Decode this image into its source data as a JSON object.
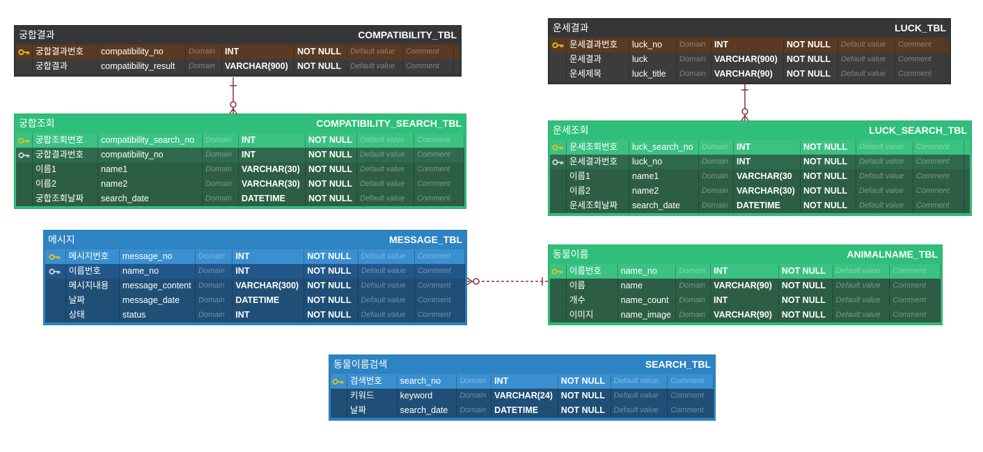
{
  "colors": {
    "gray_header": "#363636",
    "gray_pk_row": "#5a3a22",
    "green_header": "#2fbf7a",
    "green_row": "#2d5e45",
    "blue_header": "#2e83c2",
    "blue_row": "#1f4f76",
    "pk_key_icon": "#e6c21a",
    "fk_key_icon": "#d9d9d9",
    "relationship_line": "#8b2e3a"
  },
  "tables": [
    {
      "id": "compatibility_tbl",
      "theme": "gray",
      "logical_name": "궁합결과",
      "physical_name": "COMPATIBILITY_TBL",
      "columns": [
        {
          "key": "pk",
          "key_icon": "key-icon",
          "logical": "궁합결과번호",
          "physical": "compatibility_no",
          "domain": "Domain",
          "type": "INT",
          "null": "NOT NULL",
          "default": "Default value",
          "comment": "Comment"
        },
        {
          "key": "",
          "key_icon": "",
          "logical": "궁합결과",
          "physical": "compatibility_result",
          "domain": "Domain",
          "type": "VARCHAR(900)",
          "null": "NOT NULL",
          "default": "Default value",
          "comment": "Comment"
        }
      ]
    },
    {
      "id": "compatibility_search_tbl",
      "theme": "green",
      "logical_name": "궁합조회",
      "physical_name": "COMPATIBILITY_SEARCH_TBL",
      "columns": [
        {
          "key": "pk",
          "key_icon": "key-icon",
          "logical": "궁합조회번호",
          "physical": "compatibility_search_no",
          "domain": "Domain",
          "type": "INT",
          "null": "NOT NULL",
          "default": "Default value",
          "comment": "Comment"
        },
        {
          "key": "fk",
          "key_icon": "key-icon",
          "logical": "궁합결과번호",
          "physical": "compatibility_no",
          "domain": "Domain",
          "type": "INT",
          "null": "NOT NULL",
          "default": "Default value",
          "comment": "Comment"
        },
        {
          "key": "",
          "key_icon": "",
          "logical": "이름1",
          "physical": "name1",
          "domain": "Domain",
          "type": "VARCHAR(30)",
          "null": "NOT NULL",
          "default": "Default value",
          "comment": "Comment"
        },
        {
          "key": "",
          "key_icon": "",
          "logical": "이름2",
          "physical": "name2",
          "domain": "Domain",
          "type": "VARCHAR(30)",
          "null": "NOT NULL",
          "default": "Default value",
          "comment": "Comment"
        },
        {
          "key": "",
          "key_icon": "",
          "logical": "궁합조회날짜",
          "physical": "search_date",
          "domain": "Domain",
          "type": "DATETIME",
          "null": "NOT NULL",
          "default": "Default value",
          "comment": "Comment"
        }
      ]
    },
    {
      "id": "luck_tbl",
      "theme": "gray",
      "logical_name": "운세결과",
      "physical_name": "LUCK_TBL",
      "columns": [
        {
          "key": "pk",
          "key_icon": "key-icon",
          "logical": "운세결과번호",
          "physical": "luck_no",
          "domain": "Domain",
          "type": "INT",
          "null": "NOT NULL",
          "default": "Default value",
          "comment": "Comment"
        },
        {
          "key": "",
          "key_icon": "",
          "logical": "운세결과",
          "physical": "luck",
          "domain": "Domain",
          "type": "VARCHAR(900)",
          "null": "NOT NULL",
          "default": "Default value",
          "comment": "Comment"
        },
        {
          "key": "",
          "key_icon": "",
          "logical": "운세제목",
          "physical": "luck_title",
          "domain": "Domain",
          "type": "VARCHAR(90)",
          "null": "NOT NULL",
          "default": "Default value",
          "comment": "Comment"
        }
      ]
    },
    {
      "id": "luck_search_tbl",
      "theme": "green",
      "logical_name": "운세조회",
      "physical_name": "LUCK_SEARCH_TBL",
      "columns": [
        {
          "key": "pk",
          "key_icon": "key-icon",
          "logical": "운세조회번호",
          "physical": "luck_search_no",
          "domain": "Domain",
          "type": "INT",
          "null": "NOT NULL",
          "default": "Default value",
          "comment": "Comment"
        },
        {
          "key": "fk",
          "key_icon": "key-icon",
          "logical": "운세결과번호",
          "physical": "luck_no",
          "domain": "Domain",
          "type": "INT",
          "null": "NOT NULL",
          "default": "Default value",
          "comment": "Comment"
        },
        {
          "key": "",
          "key_icon": "",
          "logical": "이름1",
          "physical": "name1",
          "domain": "Domain",
          "type": "VARCHAR(30",
          "null": "NOT NULL",
          "default": "Default value",
          "comment": "Comment"
        },
        {
          "key": "",
          "key_icon": "",
          "logical": "이름2",
          "physical": "name2",
          "domain": "Domain",
          "type": "VARCHAR(30)",
          "null": "NOT NULL",
          "default": "Default value",
          "comment": "Comment"
        },
        {
          "key": "",
          "key_icon": "",
          "logical": "운세조회날짜",
          "physical": "search_date",
          "domain": "Domain",
          "type": "DATETIME",
          "null": "NOT NULL",
          "default": "Default value",
          "comment": "Comment"
        }
      ]
    },
    {
      "id": "message_tbl",
      "theme": "blue",
      "logical_name": "메시지",
      "physical_name": "MESSAGE_TBL",
      "columns": [
        {
          "key": "pk",
          "key_icon": "key-icon",
          "logical": "메시지번호",
          "physical": "message_no",
          "domain": "Domain",
          "type": "INT",
          "null": "NOT NULL",
          "default": "Default value",
          "comment": "Comment"
        },
        {
          "key": "fk",
          "key_icon": "key-icon",
          "logical": "이름번호",
          "physical": "name_no",
          "domain": "Domain",
          "type": "INT",
          "null": "NOT NULL",
          "default": "Default value",
          "comment": "Comment"
        },
        {
          "key": "",
          "key_icon": "",
          "logical": "메시지내용",
          "physical": "message_content",
          "domain": "Domain",
          "type": "VARCHAR(300)",
          "null": "NOT NULL",
          "default": "Default value",
          "comment": "Comment"
        },
        {
          "key": "",
          "key_icon": "",
          "logical": "날짜",
          "physical": "message_date",
          "domain": "Domain",
          "type": "DATETIME",
          "null": "NOT NULL",
          "default": "Default value",
          "comment": "Comment"
        },
        {
          "key": "",
          "key_icon": "",
          "logical": "상태",
          "physical": "status",
          "domain": "Domain",
          "type": "INT",
          "null": "NOT NULL",
          "default": "Default value",
          "comment": "Comment"
        }
      ]
    },
    {
      "id": "animalname_tbl",
      "theme": "green",
      "logical_name": "동물이름",
      "physical_name": "ANIMALNAME_TBL",
      "columns": [
        {
          "key": "pk",
          "key_icon": "key-icon",
          "logical": "이름번호",
          "physical": "name_no",
          "domain": "Domain",
          "type": "INT",
          "null": "NOT NULL",
          "default": "Default value",
          "comment": "Comment"
        },
        {
          "key": "",
          "key_icon": "",
          "logical": "이름",
          "physical": "name",
          "domain": "Domain",
          "type": "VARCHAR(90)",
          "null": "NOT NULL",
          "default": "Default value",
          "comment": "Comment"
        },
        {
          "key": "",
          "key_icon": "",
          "logical": "개수",
          "physical": "name_count",
          "domain": "Domain",
          "type": "INT",
          "null": "NOT NULL",
          "default": "Default value",
          "comment": "Comment"
        },
        {
          "key": "",
          "key_icon": "",
          "logical": "이미지",
          "physical": "name_image",
          "domain": "Domain",
          "type": "VARCHAR(90)",
          "null": "NOT NULL",
          "default": "Default value",
          "comment": "Comment"
        }
      ]
    },
    {
      "id": "search_tbl",
      "theme": "blue",
      "logical_name": "동물이름검색",
      "physical_name": "SEARCH_TBL",
      "columns": [
        {
          "key": "pk",
          "key_icon": "key-icon",
          "logical": "검색번호",
          "physical": "search_no",
          "domain": "Domain",
          "type": "INT",
          "null": "NOT NULL",
          "default": "Default value",
          "comment": "Comment"
        },
        {
          "key": "",
          "key_icon": "",
          "logical": "키워드",
          "physical": "keyword",
          "domain": "Domain",
          "type": "VARCHAR(24)",
          "null": "NOT NULL",
          "default": "Default value",
          "comment": "Comment"
        },
        {
          "key": "",
          "key_icon": "",
          "logical": "날짜",
          "physical": "search_date",
          "domain": "Domain",
          "type": "DATETIME",
          "null": "NOT NULL",
          "default": "Default value",
          "comment": "Comment"
        }
      ]
    }
  ],
  "relationships": [
    {
      "id": "rel-compatibility",
      "from": "COMPATIBILITY_TBL",
      "to": "COMPATIBILITY_SEARCH_TBL",
      "from_cardinality": "one",
      "to_cardinality": "zero-or-many",
      "style": "solid"
    },
    {
      "id": "rel-luck",
      "from": "LUCK_TBL",
      "to": "LUCK_SEARCH_TBL",
      "from_cardinality": "one",
      "to_cardinality": "zero-or-many",
      "style": "solid"
    },
    {
      "id": "rel-animalname-message",
      "from": "ANIMALNAME_TBL",
      "to": "MESSAGE_TBL",
      "from_cardinality": "one",
      "to_cardinality": "zero-or-many",
      "style": "dashed"
    }
  ]
}
